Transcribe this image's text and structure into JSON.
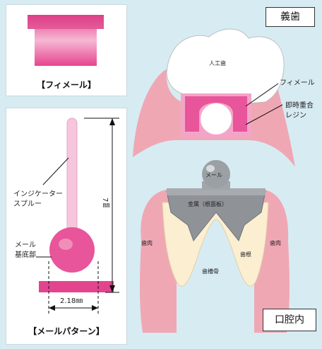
{
  "fimail_panel": {
    "caption": "【フィメール】"
  },
  "pattern_panel": {
    "caption": "【メールパターン】",
    "sprue_label_line1": "インジケーター",
    "sprue_label_line2": "スプルー",
    "base_label_line1": "メール",
    "base_label_line2": "基底部",
    "height_dim": "7㎜",
    "width_dim": "2.18㎜"
  },
  "diagram": {
    "denture_box": "義歯",
    "oral_box": "口腔内",
    "artificial_tooth": "人工歯",
    "fimail": "フィメール",
    "resin_line1": "即時重合",
    "resin_line2": "レジン",
    "male": "メール",
    "metal": "金属（根面板）",
    "gum_left": "歯肉",
    "gum_right": "歯肉",
    "root": "歯根",
    "bone": "歯槽骨"
  },
  "colors": {
    "pink_part": "#e8559a",
    "gum": "#f0a7b4",
    "background": "#d6ecf2"
  }
}
